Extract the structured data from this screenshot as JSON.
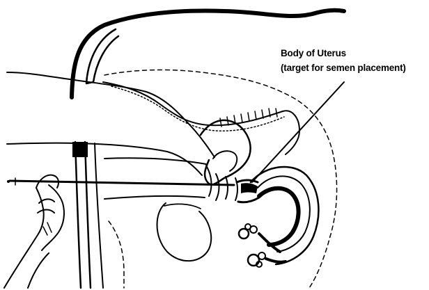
{
  "annotation": {
    "line1": "Body of Uterus",
    "line2": "(target for semen placement)"
  },
  "icons": [
    "uterus-illustration",
    "hand-icon",
    "insemination-rod-icon",
    "ovary-icon"
  ],
  "colors": {
    "ink": "#000000",
    "background": "#ffffff"
  }
}
